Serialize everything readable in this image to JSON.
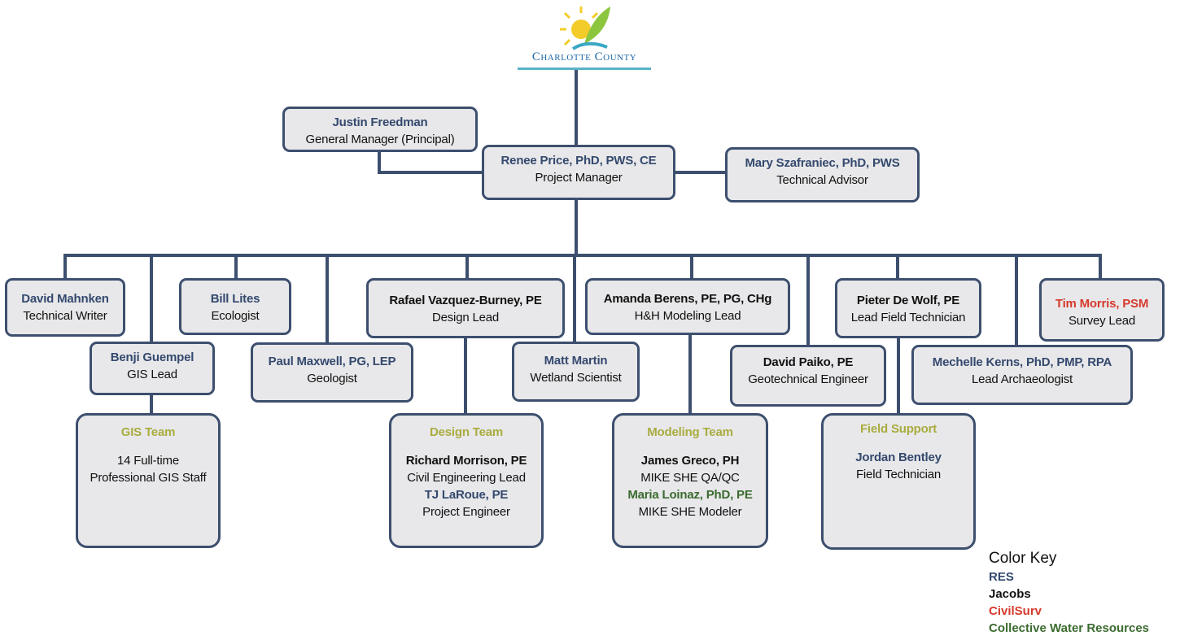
{
  "logo": {
    "text": "Charlotte County",
    "icon": "sun-leaf-icon"
  },
  "colors": {
    "line": "#3d4f6e",
    "box_fill": "#e8e8ea",
    "team_title": "#a9ac3f",
    "RES": "#34496e",
    "Jacobs": "#111111",
    "CivilSurv": "#d63a2d",
    "Collective Water Resources": "#3b6b2f"
  },
  "nodes": {
    "justin": {
      "name": "Justin Freedman",
      "role": "General Manager (Principal)"
    },
    "renee": {
      "name": "Renee Price,  PhD, PWS, CE",
      "role": "Project Manager"
    },
    "mary": {
      "name": "Mary Szafraniec, PhD, PWS",
      "role": "Technical Advisor"
    },
    "david_m": {
      "name": "David Mahnken",
      "role": "Technical Writer"
    },
    "bill": {
      "name": "Bill Lites",
      "role": "Ecologist"
    },
    "benji": {
      "name": "Benji Guempel",
      "role": "GIS Lead"
    },
    "paul": {
      "name": "Paul Maxwell, PG, LEP",
      "role": "Geologist"
    },
    "rafael": {
      "name": "Rafael Vazquez-Burney, PE",
      "role": "Design Lead"
    },
    "matt": {
      "name": "Matt Martin",
      "role": "Wetland Scientist"
    },
    "amanda": {
      "name": "Amanda Berens, PE, PG, CHg",
      "role": "H&H Modeling Lead"
    },
    "david_p": {
      "name": "David Paiko, PE",
      "role": "Geotechnical Engineer"
    },
    "pieter": {
      "name": "Pieter De Wolf, PE",
      "role": "Lead Field Technician"
    },
    "mechelle": {
      "name": "Mechelle Kerns, PhD, PMP, RPA",
      "role": "Lead Archaeologist"
    },
    "tim": {
      "name": "Tim Morris, PSM",
      "role": "Survey Lead"
    }
  },
  "teams": {
    "gis": {
      "title": "GIS Team",
      "line1": "14 Full-time",
      "line2": "Professional GIS Staff"
    },
    "design": {
      "title": "Design Team",
      "m1_name": "Richard Morrison, PE",
      "m1_role": "Civil Engineering Lead",
      "m2_name": "TJ LaRoue, PE",
      "m2_role": "Project Engineer"
    },
    "modeling": {
      "title": "Modeling Team",
      "m1_name": "James Greco, PH",
      "m1_role": "MIKE SHE QA/QC",
      "m2_name": "Maria Loinaz, PhD, PE",
      "m2_role": "MIKE SHE Modeler"
    },
    "field": {
      "title": "Field Support",
      "m1_name": "Jordan Bentley",
      "m1_role": "Field Technician"
    }
  },
  "color_key": {
    "title": "Color Key",
    "items": [
      "RES",
      "Jacobs",
      "CivilSurv",
      "Collective Water Resources"
    ]
  }
}
